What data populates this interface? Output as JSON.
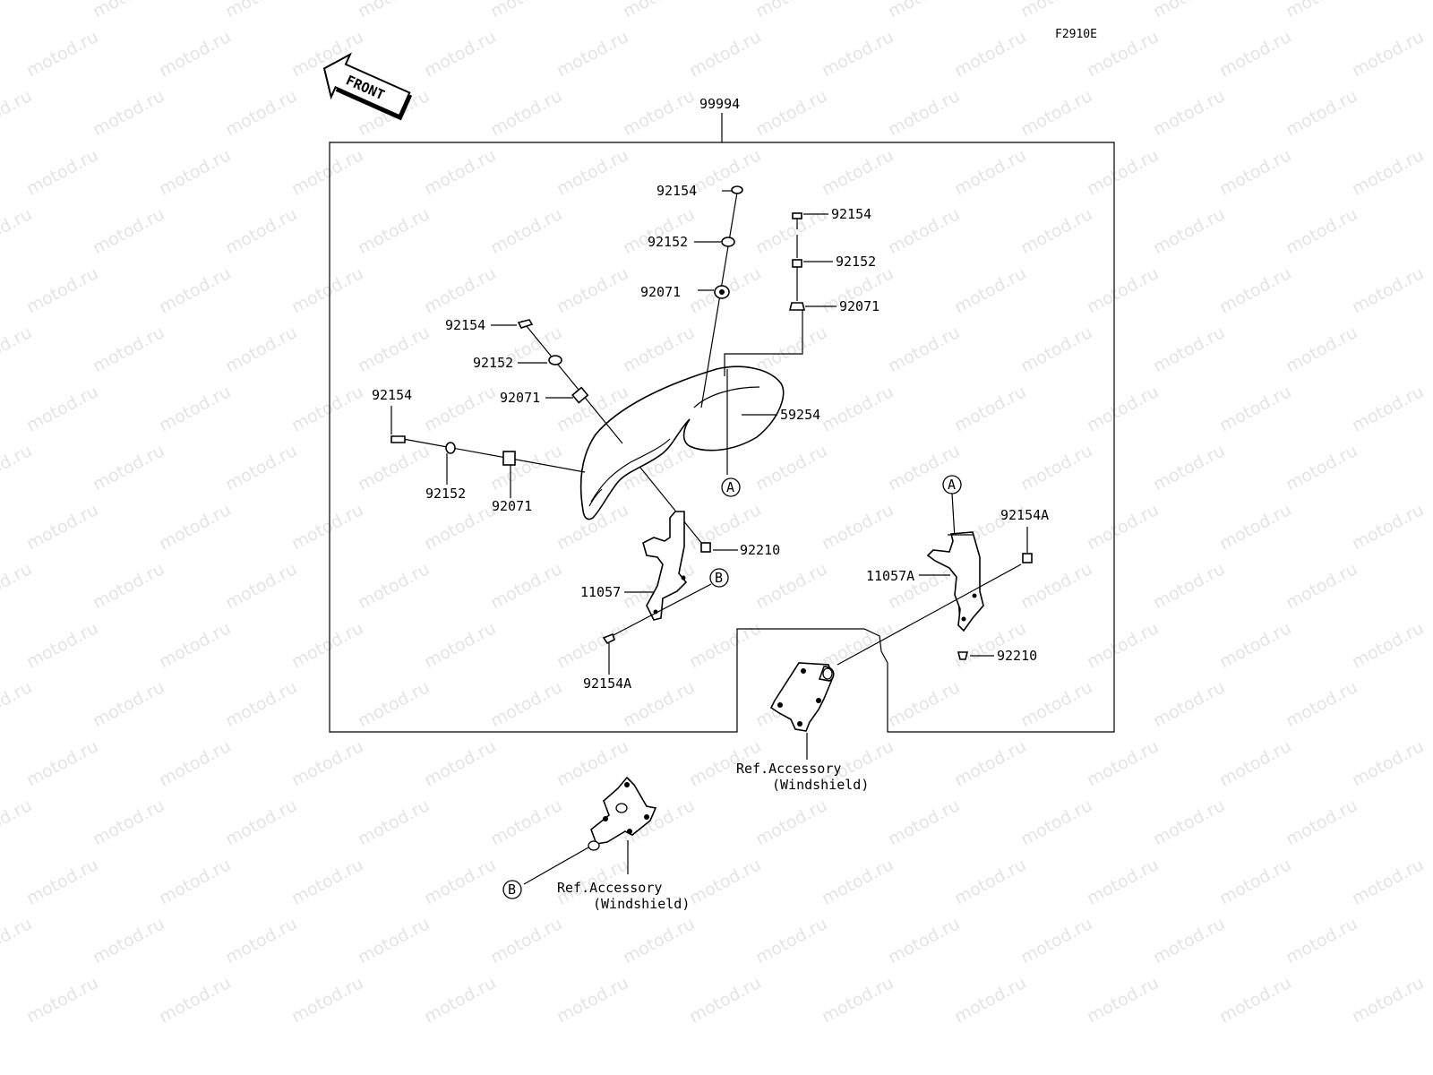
{
  "diagram_code": "F2910E",
  "front_label": "FRONT",
  "watermark": "motod.ru",
  "colors": {
    "line": "#000000",
    "background": "#ffffff",
    "watermark": "#e4e4e4"
  },
  "kit_number": "99994",
  "callouts": {
    "screw_top": "92154",
    "screw_right": "92154",
    "collar_top": "92152",
    "collar_right": "92152",
    "grommet_top": "92071",
    "grommet_right": "92071",
    "screw_mid": "92154",
    "collar_mid": "92152",
    "grommet_mid": "92071",
    "screw_left": "92154",
    "collar_left": "92152",
    "grommet_left": "92071",
    "windshield": "59254",
    "nut_left": "92210",
    "bracket_left": "11057",
    "bolt_left": "92154A",
    "bolt_right": "92154A",
    "bracket_right": "11057A",
    "nut_right": "92210"
  },
  "refs": {
    "a_lower": "A",
    "a_upper": "A",
    "b_upper": "B",
    "b_lower": "B"
  },
  "accessory_right": {
    "line1": "Ref.Accessory",
    "line2": "(Windshield)"
  },
  "accessory_left": {
    "line1": "Ref.Accessory",
    "line2": "(Windshield)"
  }
}
